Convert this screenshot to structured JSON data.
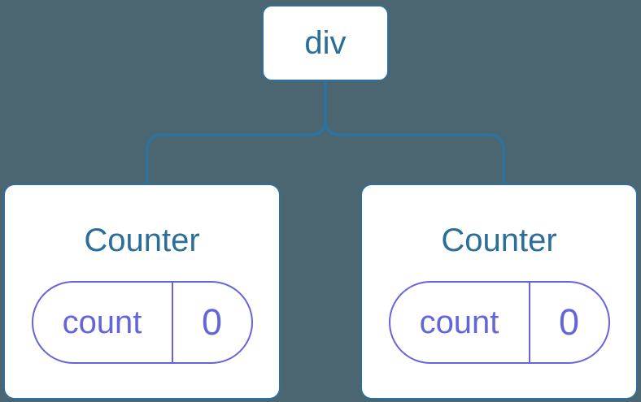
{
  "colors": {
    "background": "#4C6671",
    "node_border": "#2F6F99",
    "node_fill": "#FFFFFF",
    "label_text": "#2B6E98",
    "connector": "#2E72A0",
    "state_accent": "#6565DB"
  },
  "tree": {
    "root": {
      "label": "div"
    },
    "children": [
      {
        "label": "Counter",
        "state": {
          "key": "count",
          "value": "0"
        }
      },
      {
        "label": "Counter",
        "state": {
          "key": "count",
          "value": "0"
        }
      }
    ]
  }
}
